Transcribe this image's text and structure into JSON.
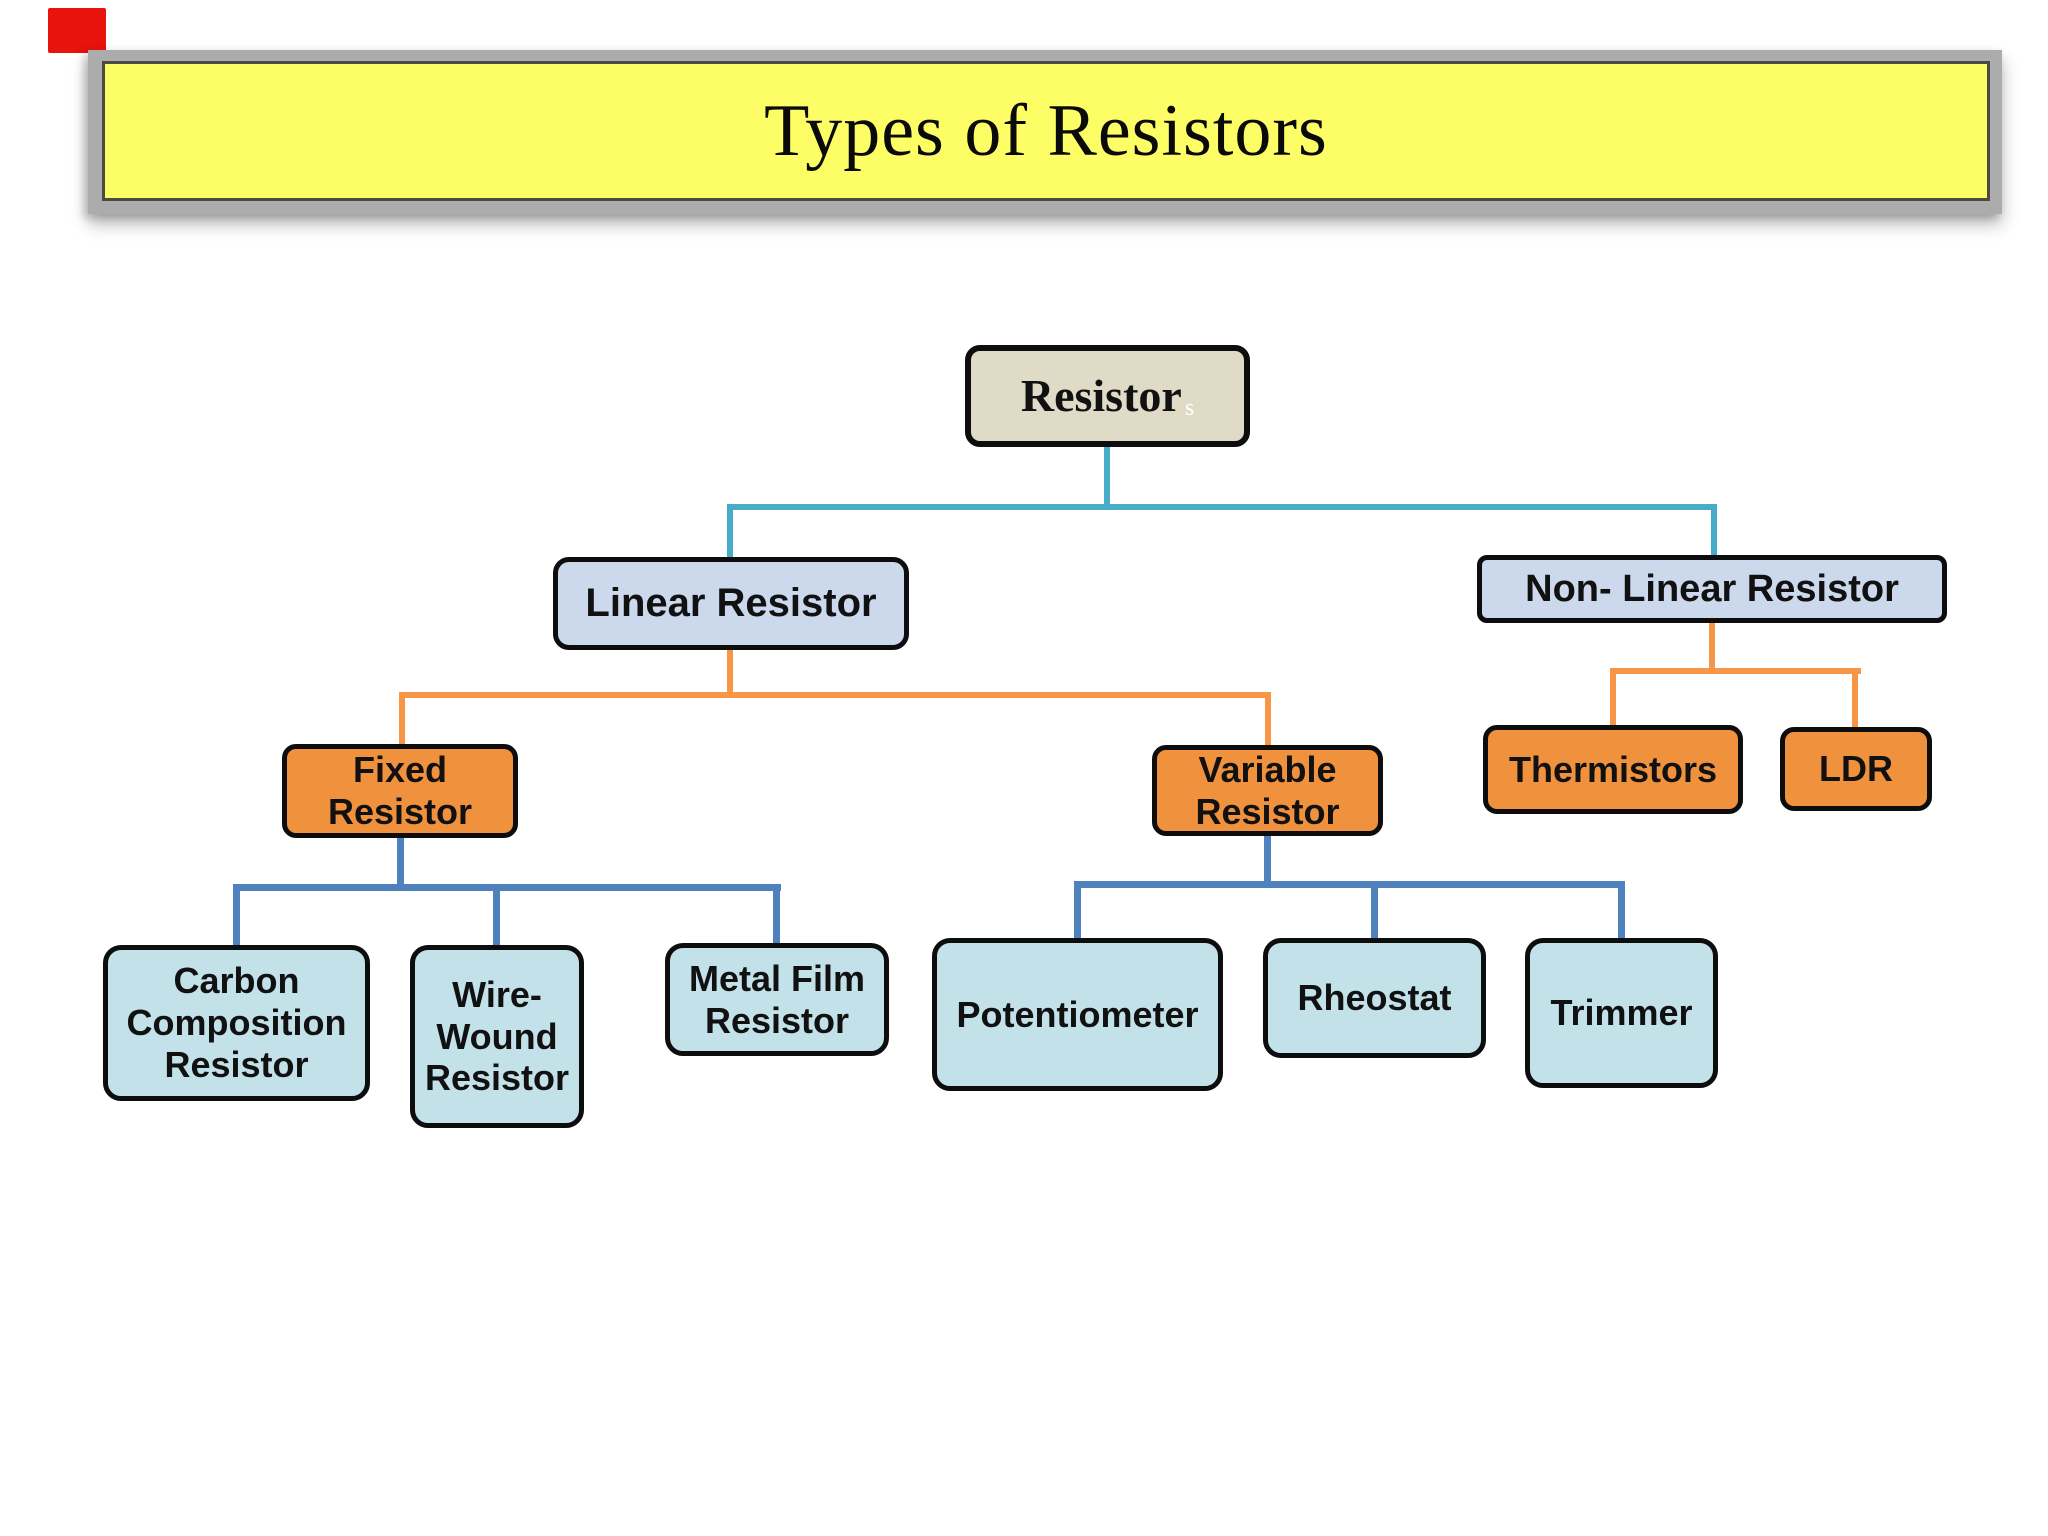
{
  "title": {
    "text": "Types of Resistors"
  },
  "colors": {
    "banner_yellow": "#fdfd66",
    "frame_gray": "#acacac",
    "marker_red": "#e8130c",
    "teal_line": "#46acc8",
    "orange_line": "#f79646",
    "blue_line": "#4f81bd",
    "root_fill": "#dfdbc7",
    "periwinkle_fill": "#ccd9ec",
    "orange_fill": "#f0913e",
    "cyan_fill": "#c2e1e9"
  },
  "nodes": {
    "root": {
      "label": "Resistor",
      "ghost": "s"
    },
    "linear": {
      "label": "Linear Resistor"
    },
    "nonlinear": {
      "label": "Non- Linear Resistor"
    },
    "fixed": {
      "label": "Fixed Resistor"
    },
    "variable": {
      "label": "Variable Resistor"
    },
    "thermistors": {
      "label": "Thermistors"
    },
    "ldr": {
      "label": "LDR"
    },
    "carbon": {
      "label": "Carbon Composition Resistor"
    },
    "wirewound": {
      "label": "Wire-Wound Resistor"
    },
    "metalfilm": {
      "label": "Metal Film Resistor"
    },
    "potentiometer": {
      "label": "Potentiometer"
    },
    "rheostat": {
      "label": "Rheostat"
    },
    "trimmer": {
      "label": "Trimmer"
    }
  },
  "edges": [
    {
      "from": "Resistor",
      "to": "Linear Resistor",
      "color": "#46acc8"
    },
    {
      "from": "Resistor",
      "to": "Non- Linear Resistor",
      "color": "#46acc8"
    },
    {
      "from": "Linear Resistor",
      "to": "Fixed Resistor",
      "color": "#f79646"
    },
    {
      "from": "Linear Resistor",
      "to": "Variable Resistor",
      "color": "#f79646"
    },
    {
      "from": "Non- Linear Resistor",
      "to": "Thermistors",
      "color": "#f79646"
    },
    {
      "from": "Non- Linear Resistor",
      "to": "LDR",
      "color": "#f79646"
    },
    {
      "from": "Fixed Resistor",
      "to": "Carbon Composition Resistor",
      "color": "#4f81bd"
    },
    {
      "from": "Fixed Resistor",
      "to": "Wire-Wound Resistor",
      "color": "#4f81bd"
    },
    {
      "from": "Fixed Resistor",
      "to": "Metal Film Resistor",
      "color": "#4f81bd"
    },
    {
      "from": "Variable Resistor",
      "to": "Potentiometer",
      "color": "#4f81bd"
    },
    {
      "from": "Variable Resistor",
      "to": "Rheostat",
      "color": "#4f81bd"
    },
    {
      "from": "Variable Resistor",
      "to": "Trimmer",
      "color": "#4f81bd"
    }
  ]
}
